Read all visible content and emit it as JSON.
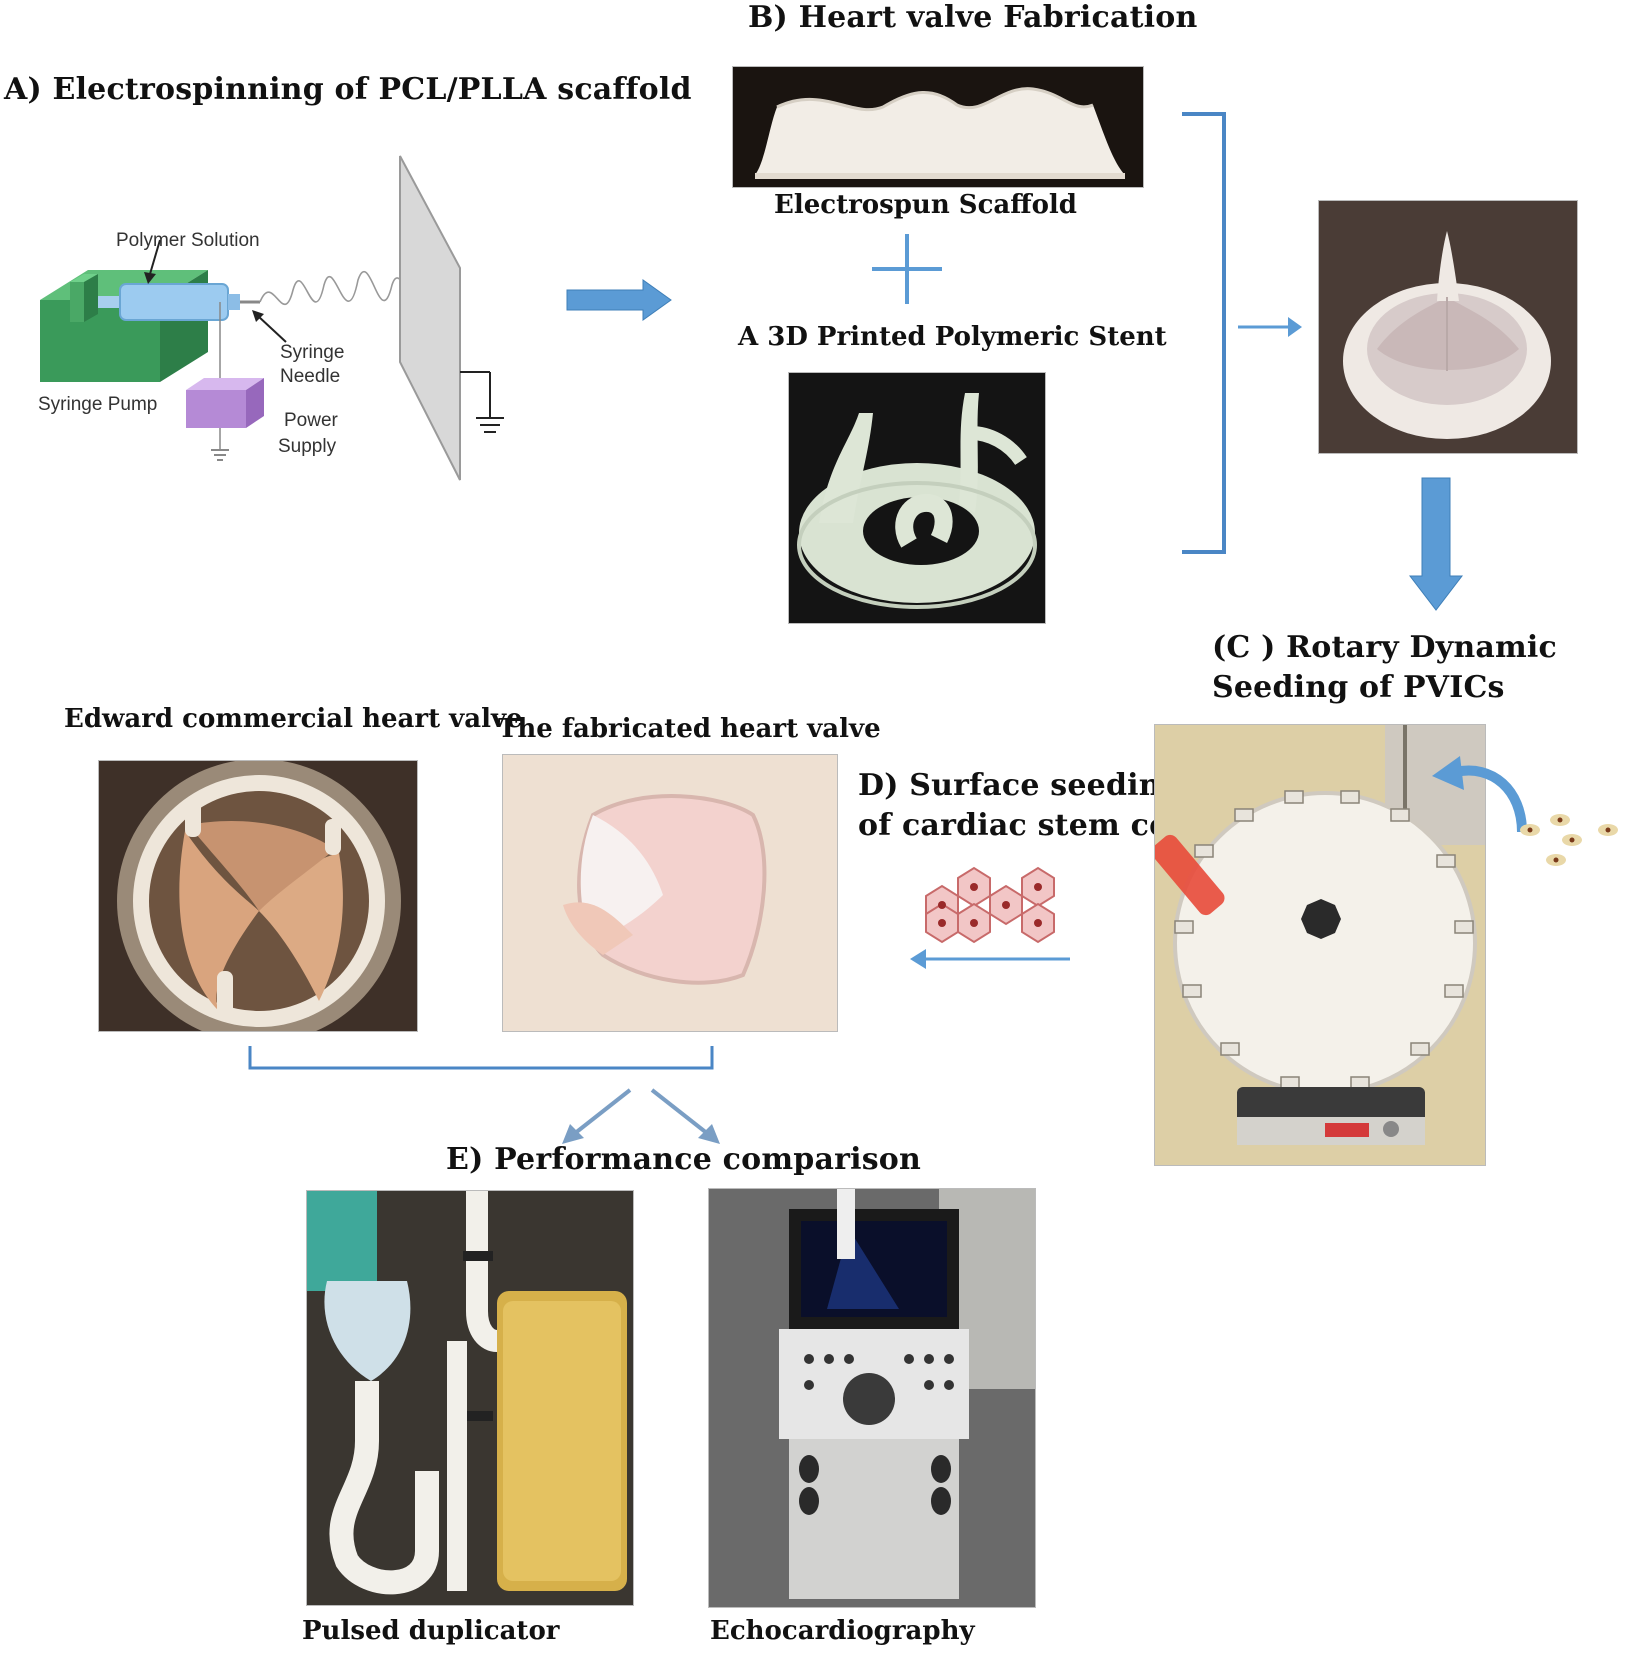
{
  "sections": {
    "a": "A)  Electrospinning of PCL/PLLA scaffold",
    "b": "B)  Heart valve Fabrication",
    "c_line1": "(C ) Rotary Dynamic",
    "c_line2": "Seeding of PVICs",
    "d_line1": "D)  Surface seeding",
    "d_line2": "of cardiac stem cells",
    "e": "E) Performance comparison"
  },
  "electrospinning": {
    "polymer_solution": "Polymer  Solution",
    "syringe_needle_1": "Syringe",
    "syringe_needle_2": "Needle",
    "syringe_pump": "Syringe Pump",
    "power_supply_1": "Power",
    "power_supply_2": "Supply"
  },
  "fabrication": {
    "scaffold_label": "Electrospun Scaffold",
    "stent_label": "A 3D Printed Polymeric Stent"
  },
  "comparison": {
    "edward_label": "Edward commercial heart valve",
    "fabricated_label": "The fabricated heart valve",
    "pulsed_label": "Pulsed duplicator",
    "echo_label": "Echocardiography"
  },
  "colors": {
    "arrow": "#5b9bd5",
    "bracket": "#4a86c5",
    "pump": "#3a9a5a",
    "power": "#b58ad6"
  }
}
